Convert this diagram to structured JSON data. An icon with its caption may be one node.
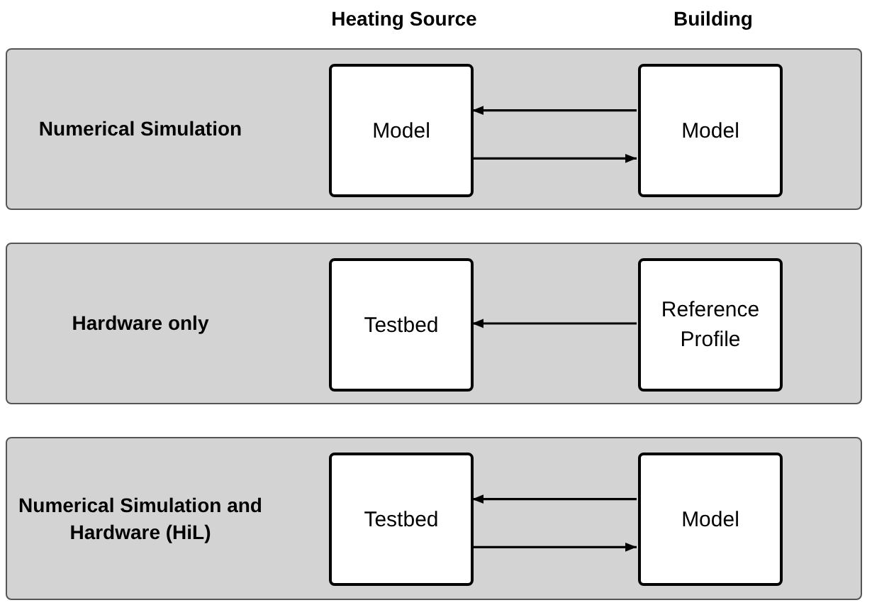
{
  "diagram": {
    "nodes": [
      {
        "text": [
          "Numerical Simulation"
        ]
      },
      {
        "text": [
          "Model"
        ],
        "in": 0
      },
      {
        "text": [
          "Model"
        ],
        "in": 0
      },
      {
        "text": [
          "Hardware only"
        ]
      },
      {
        "text": [
          "Testbed"
        ],
        "in": 3
      },
      {
        "text": [
          "Reference Profile"
        ],
        "in": 3
      },
      {
        "text": [
          "Numerical Simulation and Hardware (HiL)"
        ]
      },
      {
        "text": [
          "Testbed"
        ],
        "in": 6
      },
      {
        "text": [
          "Model"
        ],
        "in": 6
      }
    ],
    "edges": [
      {
        "from": 2,
        "to": 1,
        "arrow": "to"
      },
      {
        "from": 1,
        "to": 2,
        "arrow": "to"
      },
      {
        "from": 5,
        "to": 4,
        "arrow": "to"
      },
      {
        "from": 8,
        "to": 7,
        "arrow": "to"
      },
      {
        "from": 7,
        "to": 8,
        "arrow": "to"
      }
    ],
    "labels": [
      "Heating Source",
      "Building"
    ]
  }
}
